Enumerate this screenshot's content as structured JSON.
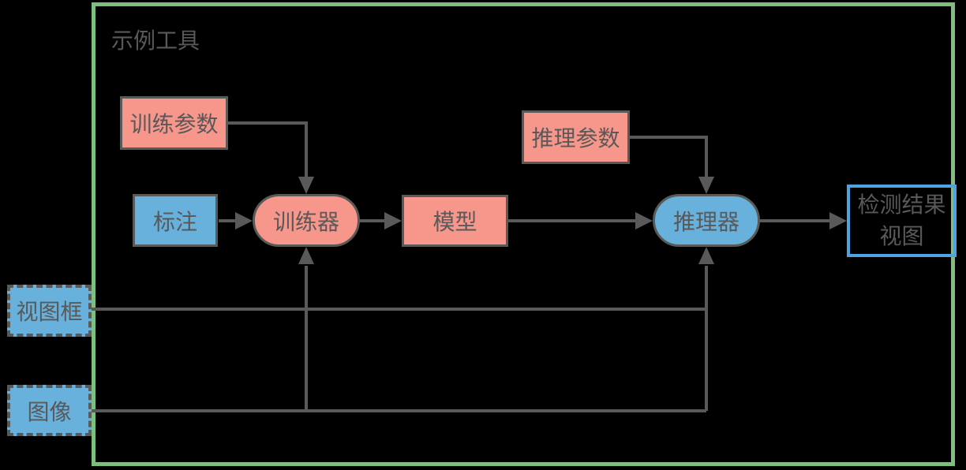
{
  "colors": {
    "background": "#000000",
    "frame_border": "#7ebe7e",
    "node_pink": "#f7968b",
    "node_blue": "#68b1dd",
    "result_view_border": "#4fa3df",
    "connector": "#595959",
    "text": "#595959"
  },
  "frame": {
    "title": "示例工具"
  },
  "nodes": {
    "train_params": {
      "label": "训练参数"
    },
    "annotation": {
      "label": "标注"
    },
    "trainer": {
      "label": "训练器"
    },
    "model": {
      "label": "模型"
    },
    "infer_params": {
      "label": "推理参数"
    },
    "inferencer": {
      "label": "推理器"
    },
    "result_view": {
      "label_line1": "检测结果",
      "label_line2": "视图"
    },
    "view_frame": {
      "label": "视图框"
    },
    "image": {
      "label": "图像"
    }
  },
  "edges": [
    {
      "from": "训练参数",
      "to": "训练器"
    },
    {
      "from": "标注",
      "to": "训练器"
    },
    {
      "from": "训练器",
      "to": "模型"
    },
    {
      "from": "模型",
      "to": "推理器"
    },
    {
      "from": "推理参数",
      "to": "推理器"
    },
    {
      "from": "推理器",
      "to": "检测结果视图"
    },
    {
      "from": "视图框",
      "to": "推理器"
    },
    {
      "from": "图像",
      "to": "训练器"
    },
    {
      "from": "图像",
      "to": "推理器"
    }
  ]
}
